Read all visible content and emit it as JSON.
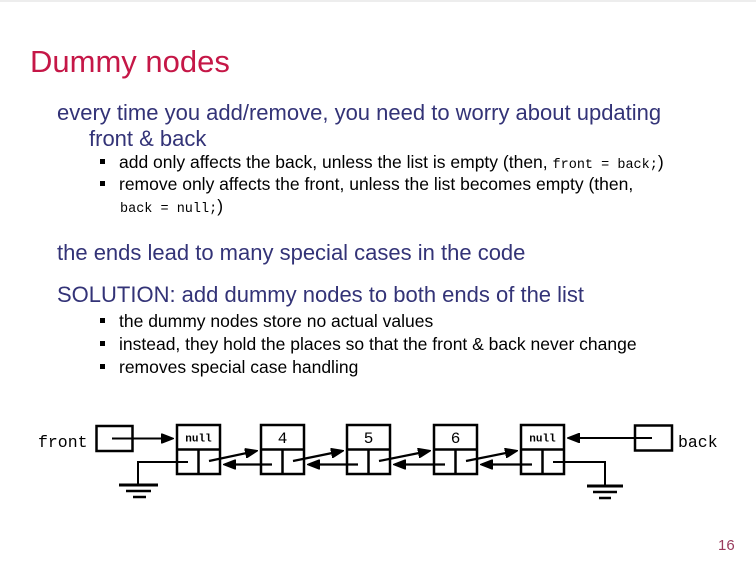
{
  "slide": {
    "title": "Dummy nodes",
    "page_number": "16"
  },
  "body": {
    "p1l1": "every time you add/remove, you need to worry about updating",
    "p1l2": "front & back",
    "b1_text": "add only affects the back, unless the list is empty (then, ",
    "b1_code": "front = back;",
    "b1_close": ")",
    "b2_text": "remove only affects the front, unless the list becomes empty (then,",
    "b2_code": "back = null;",
    "b2_close": ")",
    "p2": "the ends lead to many special cases in the code",
    "p3": "SOLUTION: add dummy nodes to both ends of the list",
    "b3": "the dummy nodes store no actual values",
    "b4": "instead, they hold the places so that the front & back never change",
    "b5": "removes special case handling"
  },
  "diagram": {
    "front_label": "front",
    "back_label": "back",
    "nodes": [
      {
        "value": "null"
      },
      {
        "value": "4"
      },
      {
        "value": "5"
      },
      {
        "value": "6"
      },
      {
        "value": "null"
      }
    ]
  },
  "colors": {
    "title": "#c51747",
    "body_text": "#333377",
    "bullet_text": "#000000",
    "page_number": "#993a5c"
  }
}
